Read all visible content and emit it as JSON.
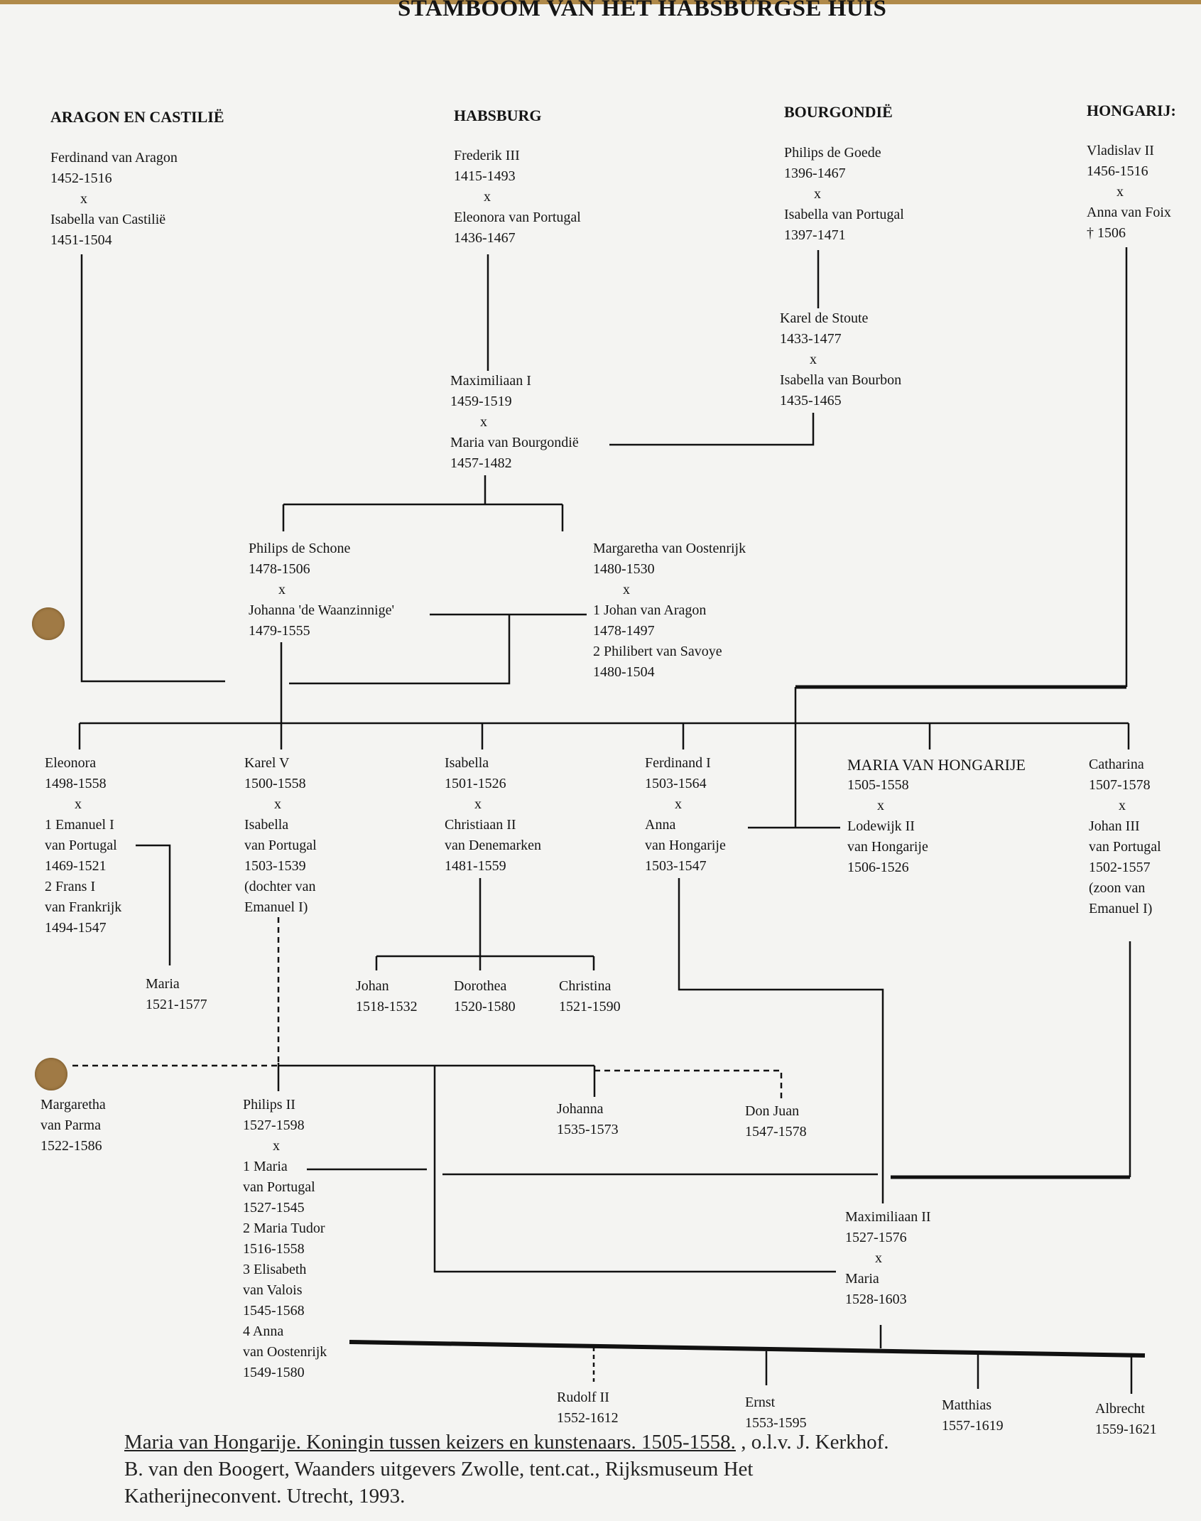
{
  "title": "STAMBOOM VAN HET HABSBURGSE HUIS",
  "houses": {
    "aragon": "ARAGON EN CASTILIË",
    "habsburg": "HABSBURG",
    "bourgondie": "BOURGONDIË",
    "hongarije": "HONGARIJ:"
  },
  "blocks": {
    "ferdinand-aragon": [
      "Ferdinand van Aragon",
      "1452-1516",
      "x",
      "Isabella van Castilië",
      "1451-1504"
    ],
    "frederik-iii": [
      "Frederik III",
      "1415-1493",
      "x",
      "Eleonora van Portugal",
      "1436-1467"
    ],
    "philips-de-goede": [
      "Philips de Goede",
      "1396-1467",
      "x",
      "Isabella van Portugal",
      "1397-1471"
    ],
    "vladislav-ii": [
      "Vladislav II",
      "1456-1516",
      "x",
      "Anna van Foix",
      "† 1506"
    ],
    "karel-de-stoute": [
      "Karel de Stoute",
      "1433-1477",
      "x",
      "Isabella van Bourbon",
      "1435-1465"
    ],
    "maximiliaan-i": [
      "Maximiliaan I",
      "1459-1519",
      "x",
      "Maria van Bourgondië",
      "1457-1482"
    ],
    "philips-de-schone": [
      "Philips de Schone",
      "1478-1506",
      "x",
      "Johanna 'de Waanzinnige'",
      "1479-1555"
    ],
    "margaretha-oostenrijk": [
      "Margaretha van Oostenrijk",
      "1480-1530",
      "x",
      "1  Johan van Aragon",
      "1478-1497",
      "2  Philibert van Savoye",
      "1480-1504"
    ],
    "eleonora": [
      "Eleonora",
      "1498-1558",
      "x",
      "1  Emanuel I",
      "van Portugal",
      "1469-1521",
      "2  Frans I",
      "van Frankrijk",
      "1494-1547"
    ],
    "karel-v": [
      "Karel V",
      "1500-1558",
      "x",
      "Isabella",
      "van Portugal",
      "1503-1539",
      "(dochter van",
      "Emanuel I)"
    ],
    "isabella": [
      "Isabella",
      "1501-1526",
      "x",
      "Christiaan II",
      "van Denemarken",
      "1481-1559"
    ],
    "ferdinand-i": [
      "Ferdinand I",
      "1503-1564",
      "x",
      "Anna",
      "van Hongarije",
      "1503-1547"
    ],
    "maria-van-hongarije": [
      "MARIA VAN HONGARIJE",
      "1505-1558",
      "x",
      "Lodewijk II",
      "van Hongarije",
      "1506-1526"
    ],
    "catharina": [
      "Catharina",
      "1507-1578",
      "x",
      "Johan III",
      "van Portugal",
      "1502-1557",
      "(zoon van",
      "Emanuel I)"
    ],
    "maria-1521": [
      "Maria",
      "1521-1577"
    ],
    "johan": [
      "Johan",
      "1518-1532"
    ],
    "dorothea": [
      "Dorothea",
      "1520-1580"
    ],
    "christina": [
      "Christina",
      "1521-1590"
    ],
    "margaretha-parma": [
      "Margaretha",
      "van Parma",
      "1522-1586"
    ],
    "philips-ii": [
      "Philips II",
      "1527-1598",
      "x",
      "1  Maria",
      "van Portugal",
      "1527-1545",
      "2  Maria Tudor",
      "1516-1558",
      "3  Elisabeth",
      "van Valois",
      "1545-1568",
      "4  Anna",
      "van Oostenrijk",
      "1549-1580"
    ],
    "johanna": [
      "Johanna",
      "1535-1573"
    ],
    "don-juan": [
      "Don Juan",
      "1547-1578"
    ],
    "maximiliaan-ii": [
      "Maximiliaan II",
      "1527-1576",
      "x",
      "Maria",
      "1528-1603"
    ],
    "rudolf-ii": [
      "Rudolf II",
      "1552-1612"
    ],
    "ernst": [
      "Ernst",
      "1553-1595"
    ],
    "matthias": [
      "Matthias",
      "1557-1619"
    ],
    "albrecht": [
      "Albrecht",
      "1559-1621"
    ]
  },
  "citation": {
    "title": "Maria van Hongarije. Koningin tussen keizers en kunstenaars. 1505-1558.",
    "editor": " , o.l.v. J. Kerkhof.",
    "line2": "B. van den Boogert, Waanders uitgevers Zwolle, tent.cat., Rijksmuseum Het",
    "line3": "Katherijneconvent. Utrecht, 1993."
  }
}
